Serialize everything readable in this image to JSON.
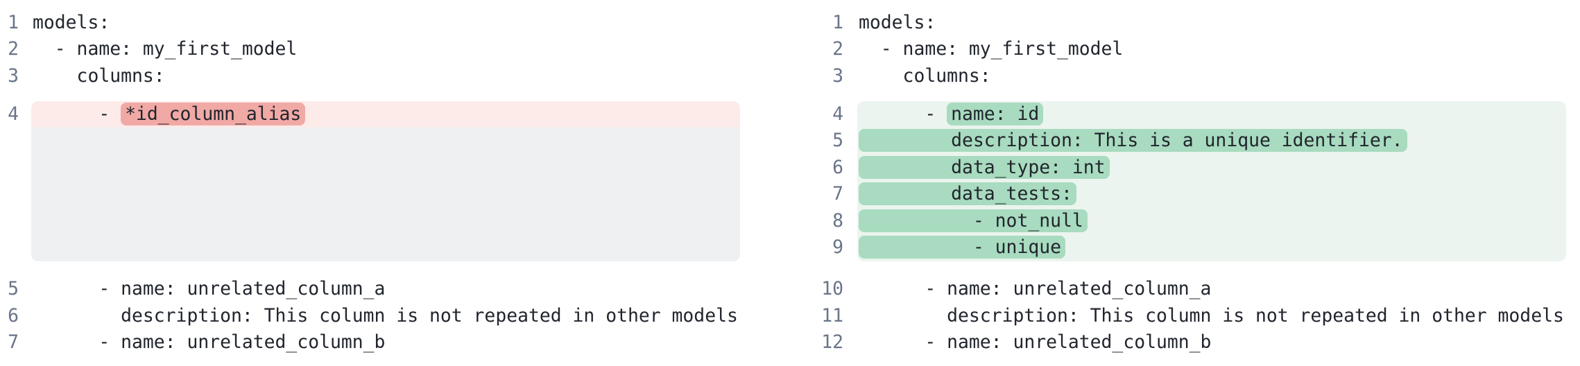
{
  "colors": {
    "code_text": "#21252d",
    "line_number": "#6a7489",
    "removed_line_bg": "#fcebe9",
    "removed_token_bg": "#f1a9a5",
    "filler_bg": "#eef0f1",
    "added_line_bg": "#ebf4ee",
    "added_token_bg": "#a8dbbf",
    "page_bg": "#ffffff"
  },
  "panels": {
    "left": {
      "lines": [
        {
          "num": "1",
          "kind": "context",
          "segments": [
            {
              "t": "models:"
            }
          ]
        },
        {
          "num": "2",
          "kind": "context",
          "segments": [
            {
              "t": "  - name: my_first_model"
            }
          ]
        },
        {
          "num": "3",
          "kind": "context",
          "segments": [
            {
              "t": "    columns:"
            }
          ]
        },
        {
          "num": "4",
          "kind": "removed",
          "segments": [
            {
              "t": "      - "
            },
            {
              "t": "*id_column_alias",
              "hl": true
            }
          ]
        },
        {
          "kind": "filler",
          "rows": 5,
          "segments": []
        },
        {
          "num": "5",
          "kind": "context",
          "segments": [
            {
              "t": "      - name: unrelated_column_a"
            }
          ]
        },
        {
          "num": "6",
          "kind": "context",
          "segments": [
            {
              "t": "        description: This column is not repeated in other models"
            }
          ]
        },
        {
          "num": "7",
          "kind": "context",
          "segments": [
            {
              "t": "      - name: unrelated_column_b"
            }
          ]
        }
      ]
    },
    "right": {
      "lines": [
        {
          "num": "1",
          "kind": "context",
          "segments": [
            {
              "t": "models:"
            }
          ]
        },
        {
          "num": "2",
          "kind": "context",
          "segments": [
            {
              "t": "  - name: my_first_model"
            }
          ]
        },
        {
          "num": "3",
          "kind": "context",
          "segments": [
            {
              "t": "    columns:"
            }
          ]
        },
        {
          "num": "4",
          "kind": "added",
          "segments": [
            {
              "t": "      - "
            },
            {
              "t": "name: id",
              "hl": true
            }
          ]
        },
        {
          "num": "5",
          "kind": "added",
          "segments": [
            {
              "t": "        description: This is a unique identifier.",
              "hl": true
            }
          ]
        },
        {
          "num": "6",
          "kind": "added",
          "segments": [
            {
              "t": "        data_type: int",
              "hl": true
            }
          ]
        },
        {
          "num": "7",
          "kind": "added",
          "segments": [
            {
              "t": "        data_tests:",
              "hl": true
            }
          ]
        },
        {
          "num": "8",
          "kind": "added",
          "segments": [
            {
              "t": "          - not_null",
              "hl": true
            }
          ]
        },
        {
          "num": "9",
          "kind": "added",
          "segments": [
            {
              "t": "          - unique",
              "hl": true
            }
          ]
        },
        {
          "num": "10",
          "kind": "context",
          "segments": [
            {
              "t": "      - name: unrelated_column_a"
            }
          ]
        },
        {
          "num": "11",
          "kind": "context",
          "segments": [
            {
              "t": "        description: This column is not repeated in other models"
            }
          ]
        },
        {
          "num": "12",
          "kind": "context",
          "segments": [
            {
              "t": "      - name: unrelated_column_b"
            }
          ]
        }
      ]
    }
  }
}
